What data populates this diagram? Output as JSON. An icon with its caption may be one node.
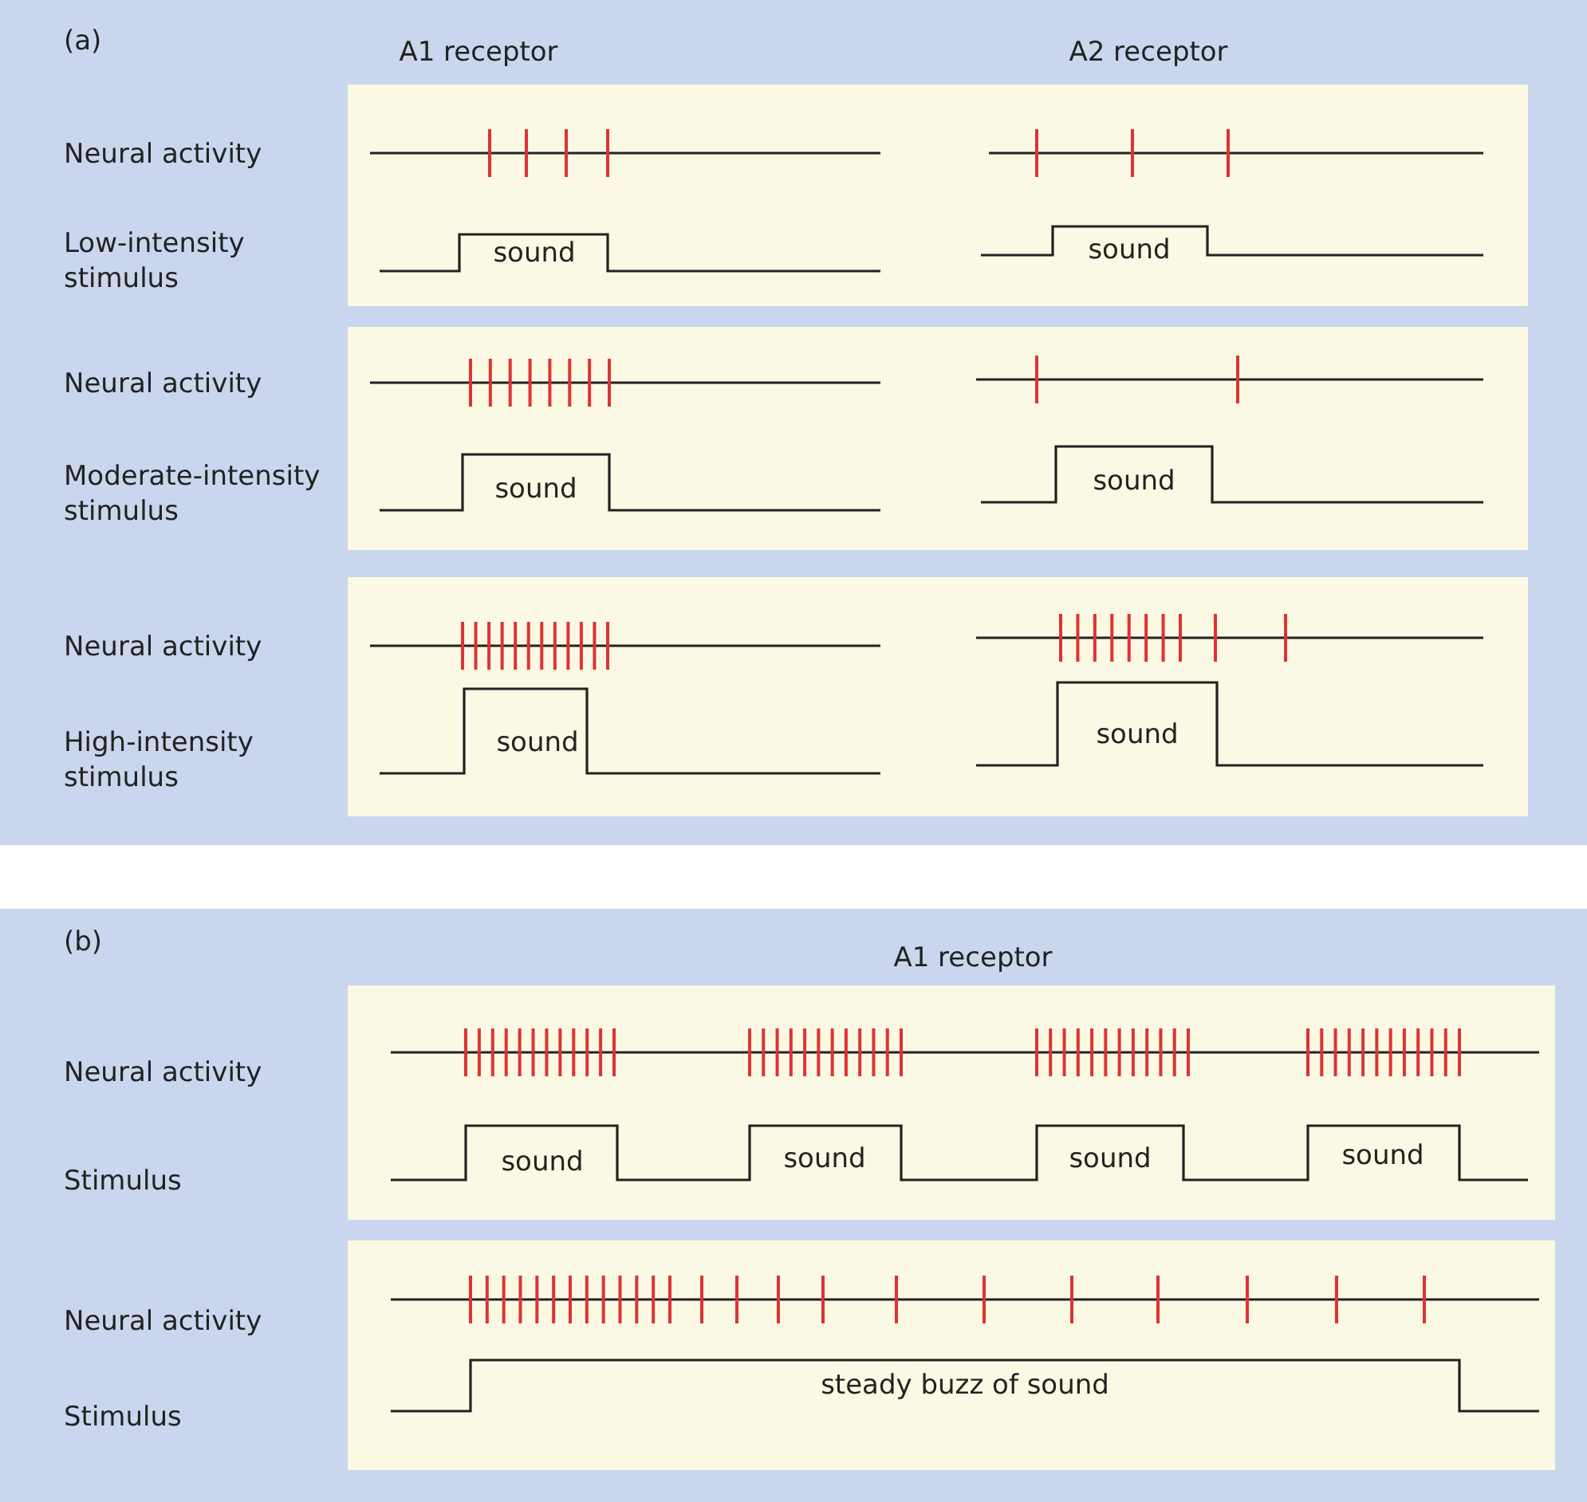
{
  "diagram": {
    "labels": [
      "(a)",
      "A1 receptor",
      "A2 receptor",
      "Neural activity",
      "Low-intensity stimulus",
      "sound",
      "sound",
      "Neural activity",
      "Moderate-intensity stimulus",
      "sound",
      "sound",
      "Neural activity",
      "High-intensity stimulus",
      "sound",
      "sound",
      "(b)",
      "A1 receptor",
      "Neural activity",
      "Stimulus",
      "sound",
      "sound",
      "sound",
      "sound",
      "Neural activity",
      "Stimulus",
      "steady buzz of sound"
    ]
  }
}
